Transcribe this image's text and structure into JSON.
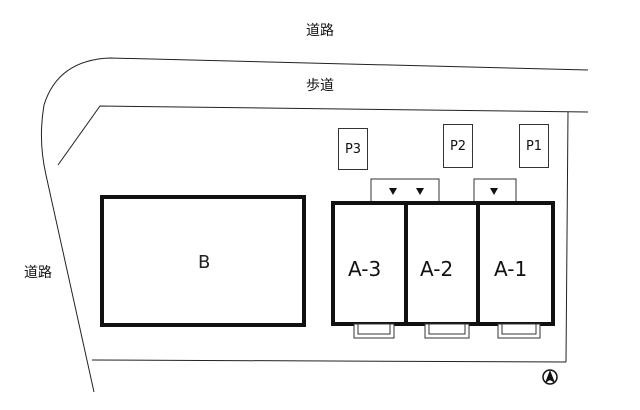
{
  "roads": {
    "top_label": "道路",
    "walkway_label": "歩道",
    "left_label": "道路"
  },
  "parking": [
    {
      "id": "P3",
      "label": "P3"
    },
    {
      "id": "P2",
      "label": "P2"
    },
    {
      "id": "P1",
      "label": "P1"
    }
  ],
  "buildings": {
    "b": {
      "label": "B"
    },
    "units": [
      {
        "label": "A-3"
      },
      {
        "label": "A-2"
      },
      {
        "label": "A-1"
      }
    ]
  },
  "north_symbol": "north-arrow-icon",
  "colors": {
    "line": "#111111",
    "background": "#ffffff"
  }
}
